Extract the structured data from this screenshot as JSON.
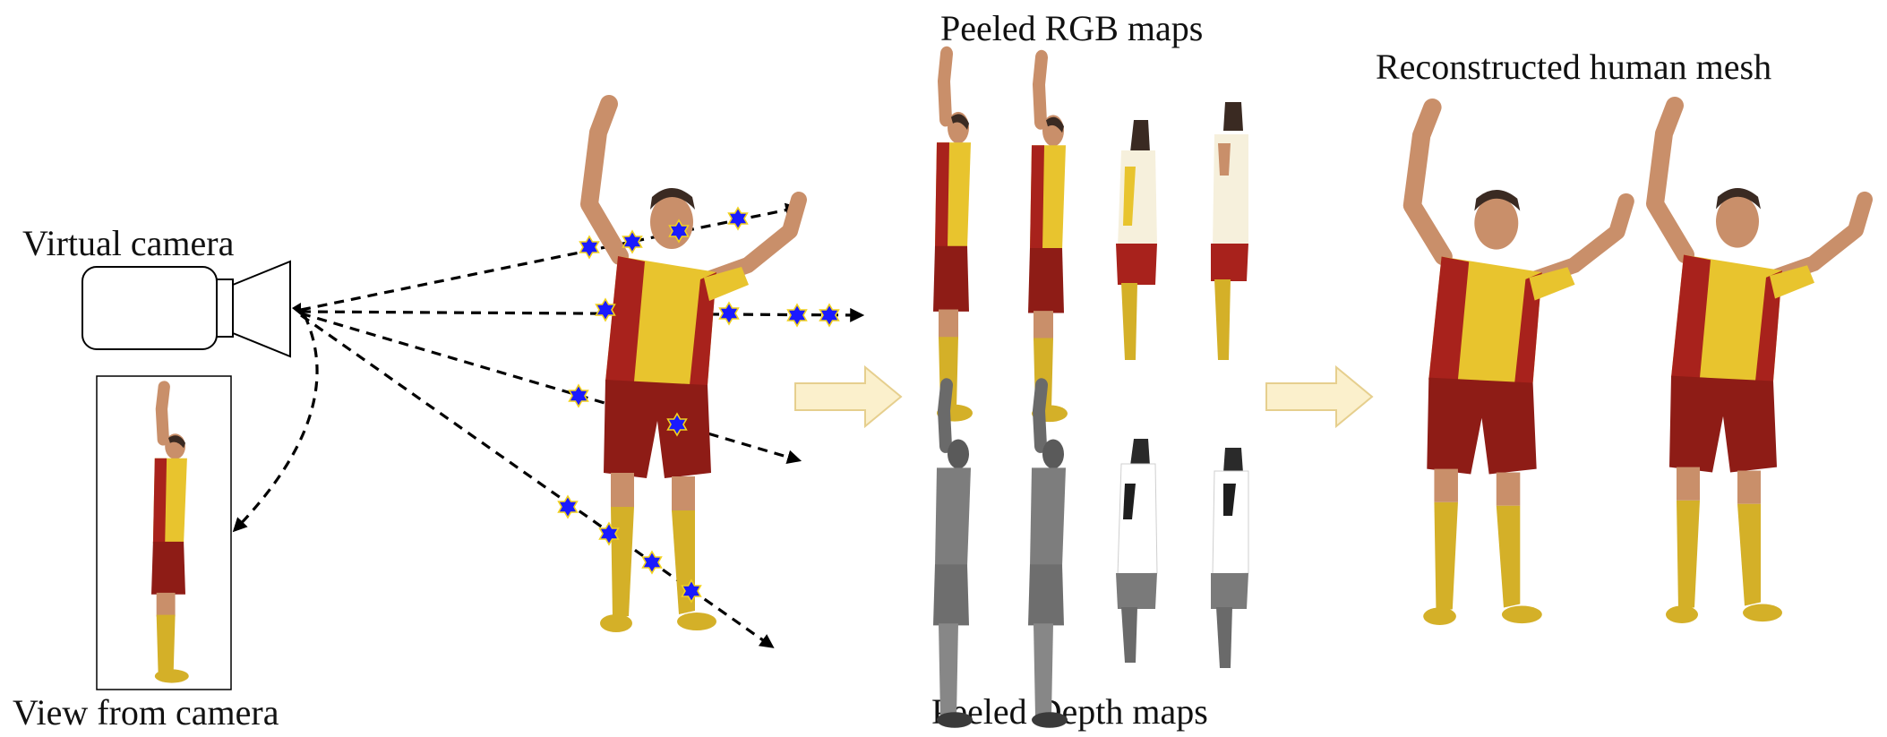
{
  "labels": {
    "virtual_camera": "Virtual camera",
    "view_from_camera": "View from camera",
    "peeled_rgb": "Peeled RGB maps",
    "peeled_depth": "Peeled Depth maps",
    "reconstructed": "Reconstructed human mesh"
  },
  "colors": {
    "shirt_yellow": "#e8c42e",
    "shirt_red": "#a8221c",
    "shorts_red": "#8e1c16",
    "sock_yellow": "#d4b028",
    "skin": "#c98f6a",
    "hair": "#3a2a22",
    "star_blue": "#1a1aff",
    "star_outline": "#f2d21e",
    "flow_arrow_fill": "#fbf0cc",
    "flow_arrow_stroke": "#e6cf8e"
  },
  "icons": {
    "camera": "video-camera-icon",
    "intersection": "star-icon",
    "flow": "right-arrow-icon"
  }
}
